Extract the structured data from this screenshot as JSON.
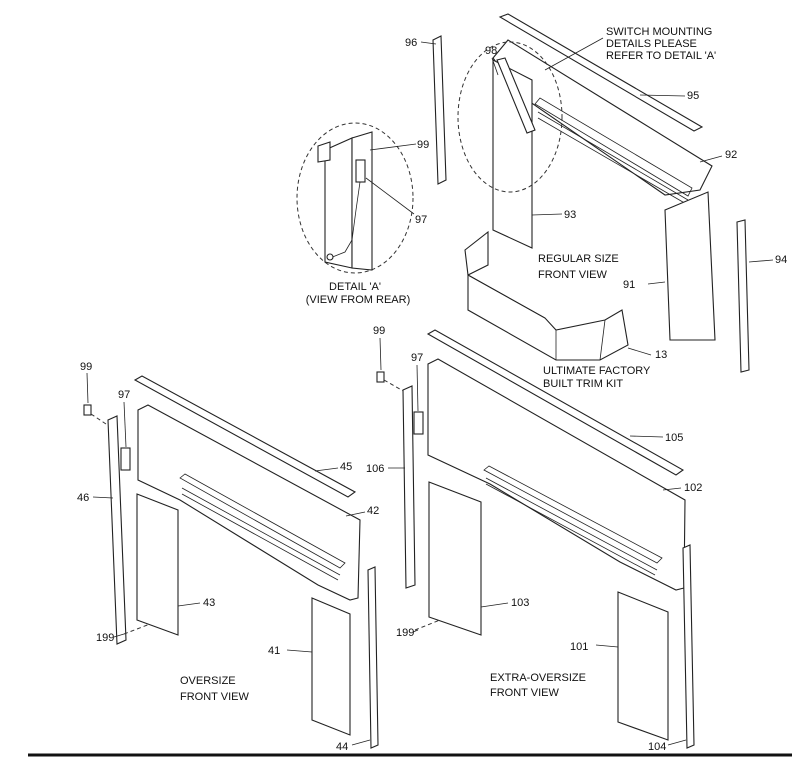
{
  "callouts": {
    "c99_detail": "99",
    "c97_detail": "97",
    "c96": "96",
    "c98": "98",
    "c95": "95",
    "c92": "92",
    "c93": "93",
    "c94": "94",
    "c91": "91",
    "c13": "13",
    "c99_oversize": "99",
    "c97_oversize": "97",
    "c46": "46",
    "c45": "45",
    "c42": "42",
    "c43": "43",
    "c199_oversize": "199",
    "c41": "41",
    "c44": "44",
    "c99_extra": "99",
    "c97_extra": "97",
    "c106": "106",
    "c105": "105",
    "c102": "102",
    "c103": "103",
    "c199_extra": "199",
    "c101": "101",
    "c104": "104"
  },
  "captions": {
    "switch_note": [
      "SWITCH MOUNTING",
      "DETAILS PLEASE",
      "REFER TO DETAIL 'A'"
    ],
    "detail_a": [
      "DETAIL 'A'",
      "(VIEW FROM REAR)"
    ],
    "regular": [
      "REGULAR SIZE",
      "FRONT VIEW"
    ],
    "ultimate": [
      "ULTIMATE FACTORY",
      "BUILT TRIM KIT"
    ],
    "oversize": [
      "OVERSIZE",
      "FRONT VIEW"
    ],
    "extra_oversize": [
      "EXTRA-OVERSIZE",
      "FRONT VIEW"
    ]
  }
}
